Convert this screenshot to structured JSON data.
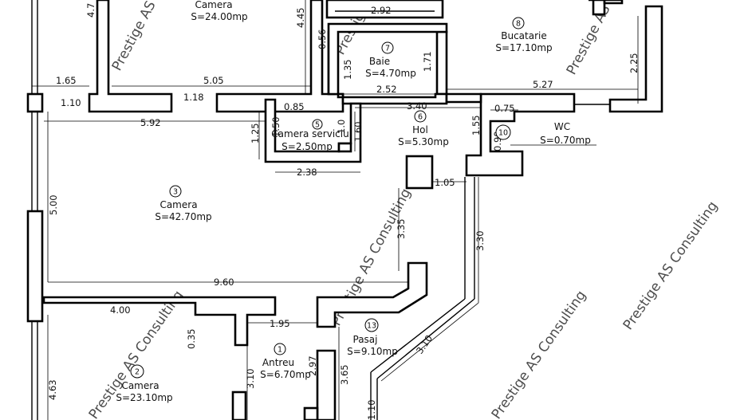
{
  "rooms": [
    {
      "num": "",
      "name": "Camera",
      "area": "S=24.00mp"
    },
    {
      "num": "7",
      "name": "Baie",
      "area": "S=4.70mp"
    },
    {
      "num": "8",
      "name": "Bucatarie",
      "area": "S=17.10mp"
    },
    {
      "num": "5",
      "name": "Camera serviciu",
      "area": "S=2.50mp"
    },
    {
      "num": "6",
      "name": "Hol",
      "area": "S=5.30mp"
    },
    {
      "num": "10",
      "name": "WC",
      "area": "S=0.70mp"
    },
    {
      "num": "3",
      "name": "Camera",
      "area": "S=42.70mp"
    },
    {
      "num": "1",
      "name": "Antreu",
      "area": "S=6.70mp"
    },
    {
      "num": "13",
      "name": "Pasaj",
      "area": "S=9.10mp"
    },
    {
      "num": "2",
      "name": "Camera",
      "area": "S=23.10mp"
    }
  ],
  "dimensions": {
    "d_4_7": "4.7",
    "d_4_45": "4.45",
    "d_2_92": "2.92",
    "d_0_56": "0.56",
    "d_1_35": "1.35",
    "d_1_71": "1.71",
    "d_2_25": "2.25",
    "d_1_65": "1.65",
    "d_5_05": "5.05",
    "d_2_52": "2.52",
    "d_5_27": "5.27",
    "d_1_10": "1.10",
    "d_1_18": "1.18",
    "d_0_85": "0.85",
    "d_3_40": "3.40",
    "d_0_75": "0.75",
    "d_5_92": "5.92",
    "d_1_25": "1.25",
    "d_1_50": "1.50",
    "d_1_0": "1.0",
    "d_1_60": "1.60",
    "d_1_55": "1.55",
    "d_0_90": "0.90",
    "d_2_38": "2.38",
    "d_1_05": "1.05",
    "d_5_00": "5.00",
    "d_3_35": "3.35",
    "d_3_30": "3.30",
    "d_9_60": "9.60",
    "d_4_00": "4.00",
    "d_0_35": "0.35",
    "d_1_95": "1.95",
    "d_2_97": "2.97",
    "d_3_10a": "3.10",
    "d_3_65": "3.65",
    "d_3_10b": "3.10",
    "d_4_63": "4.63",
    "d_1_10b": "1.10"
  },
  "watermark": "Prestige AS Consulting"
}
